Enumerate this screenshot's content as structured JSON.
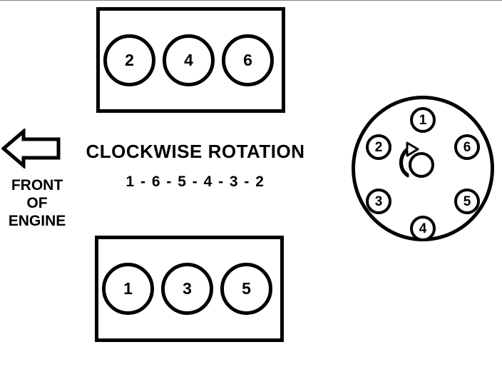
{
  "diagram": {
    "title": "Engine firing order and distributor cap diagram",
    "background_color": "#ffffff",
    "line_color": "#000000",
    "rotation_caption": "CLOCKWISE  ROTATION",
    "firing_order_text": "1 - 6 - 5 - 4 - 3 - 2",
    "firing_order_sequence": [
      1,
      6,
      5,
      4,
      3,
      2
    ],
    "front_of_engine": {
      "arrow_direction": "left",
      "lines": [
        "FRONT",
        "OF",
        "ENGINE"
      ]
    },
    "engine_block": {
      "banks": [
        {
          "name": "top-bank",
          "cylinders": [
            "2",
            "4",
            "6"
          ]
        },
        {
          "name": "bottom-bank",
          "cylinders": [
            "1",
            "3",
            "5"
          ]
        }
      ]
    },
    "distributor_cap": {
      "rotation": "clockwise",
      "terminal_count": 6,
      "terminals": [
        {
          "label": "1",
          "position": "top"
        },
        {
          "label": "2",
          "position": "upper-left"
        },
        {
          "label": "3",
          "position": "lower-left"
        },
        {
          "label": "4",
          "position": "bottom"
        },
        {
          "label": "5",
          "position": "lower-right"
        },
        {
          "label": "6",
          "position": "upper-right"
        }
      ],
      "rotor_icon": "clockwise-rotation-arrow"
    }
  }
}
